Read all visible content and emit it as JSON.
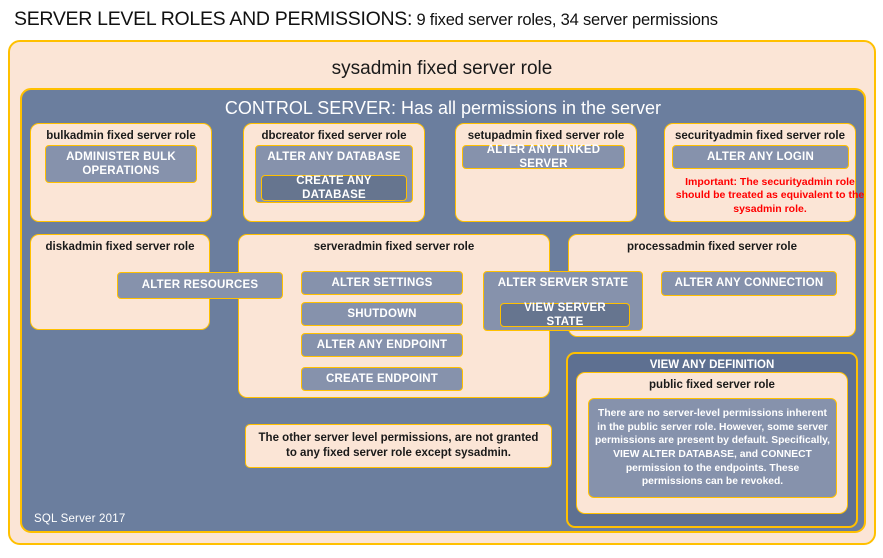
{
  "title": {
    "main": "SERVER LEVEL ROLES AND PERMISSIONS:",
    "sub": " 9 fixed server roles, 34 server permissions"
  },
  "colors": {
    "peach": "#FBE5D6",
    "slate": "#6B7E9E",
    "pill": "#8692AC",
    "pill_dark": "#66758F",
    "border_gold": "#FFC000",
    "warning_red": "#FF0000",
    "text_white": "#FFFFFF"
  },
  "sysadmin": {
    "label": "sysadmin  fixed  server  role"
  },
  "control_server": {
    "label": "CONTROL SERVER: Has all permissions in the server"
  },
  "roles": {
    "bulkadmin": {
      "name": "bulkadmin  fixed server role",
      "permissions": [
        "ADMINISTER  BULK OPERATIONS"
      ]
    },
    "dbcreator": {
      "name": "dbcreator fixed server role",
      "permissions": [
        "ALTER ANY DATABASE",
        "CREATE  ANY DATABASE"
      ]
    },
    "setupadmin": {
      "name": "setupadmin fixed server role",
      "permissions": [
        "ALTER ANY LINKED SERVER"
      ]
    },
    "securityadmin": {
      "name": "securityadmin  fixed server role",
      "permissions": [
        "ALTER ANY LOGIN"
      ],
      "note": "Important:  The securityadmin role should  be treated  as equivalent to the  sysadmin role."
    },
    "diskadmin": {
      "name": "diskadmin  fixed server role",
      "permissions": [
        "ALTER RESOURCES"
      ]
    },
    "serveradmin": {
      "name": "serveradmin fixed server role",
      "permissions": [
        "ALTER SETTINGS",
        "SHUTDOWN",
        "ALTER ANY ENDPOINT",
        "CREATE  ENDPOINT",
        "ALTER SERVER STATE",
        "VIEW SERVER STATE"
      ]
    },
    "processadmin": {
      "name": "processadmin fixed server role",
      "permissions": [
        "ALTER ANY CONNECTION"
      ]
    },
    "public": {
      "name": "public  fixed server role",
      "permission_header": "VIEW ANY DEFINITION",
      "note": "There are no server-level permissions inherent in the public server role. However, some server permissions are present by default. Specifically, VIEW ALTER DATABASE, and CONNECT permission to the endpoints. These permissions can be revoked."
    }
  },
  "notes": {
    "other_permissions": "The other server level permissions,  are not granted to any fixed server role except sysadmin."
  },
  "footer": {
    "sql_version": "SQL Server 2017"
  }
}
